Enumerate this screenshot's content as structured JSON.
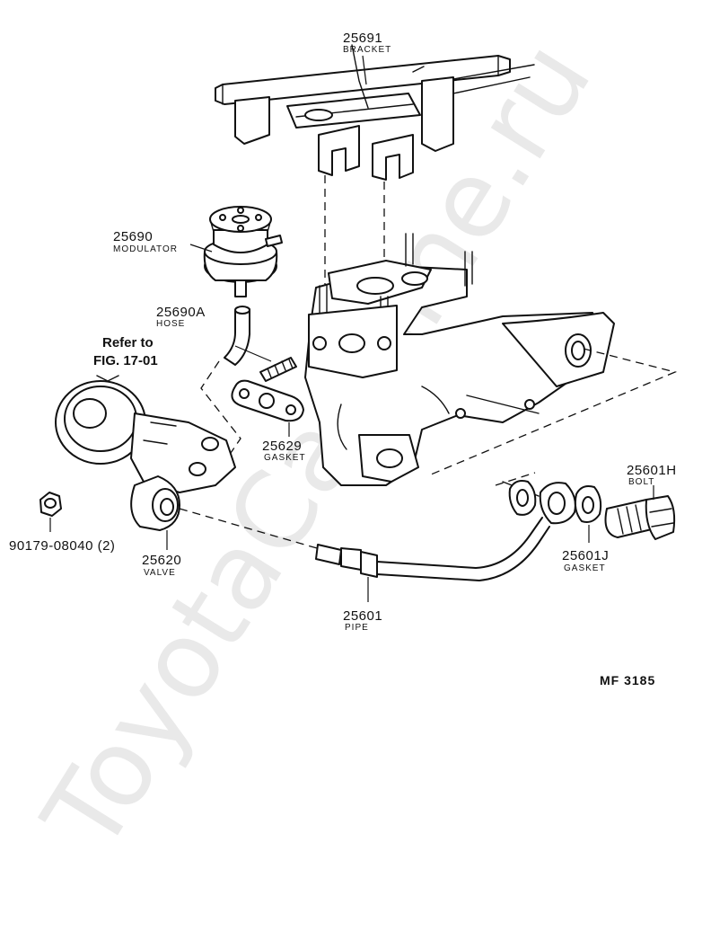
{
  "watermark": "ToyotaCarMine.ru",
  "diagram_code": "MF  3185",
  "reference": {
    "line1": "Refer to",
    "line2": "FIG. 17-01"
  },
  "parts": [
    {
      "number": "25691",
      "name": "BRACKET"
    },
    {
      "number": "25690",
      "name": "MODULATOR"
    },
    {
      "number": "25690A",
      "name": "HOSE"
    },
    {
      "number": "25629",
      "name": "GASKET"
    },
    {
      "number": "25601H",
      "name": "BOLT"
    },
    {
      "number": "90179-08040 (2)",
      "name": ""
    },
    {
      "number": "25620",
      "name": "VALVE"
    },
    {
      "number": "25601J",
      "name": "GASKET"
    },
    {
      "number": "25601",
      "name": "PIPE"
    }
  ]
}
